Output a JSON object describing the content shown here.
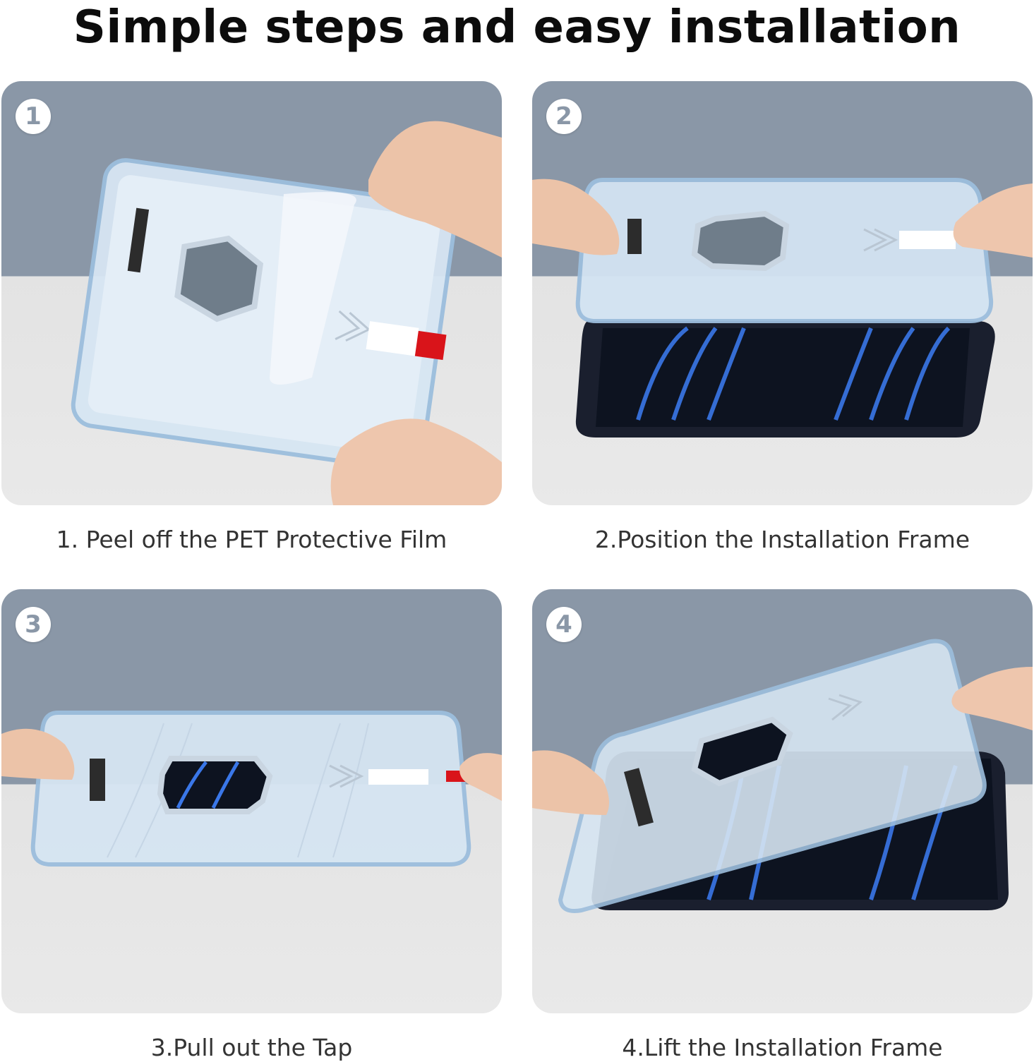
{
  "page": {
    "title": "Simple steps and easy installation"
  },
  "steps": [
    {
      "number": "1",
      "caption": "1. Peel off the PET Protective Film"
    },
    {
      "number": "2",
      "caption": "2.Position the Installation Frame"
    },
    {
      "number": "3",
      "caption": "3.Pull out the Tap"
    },
    {
      "number": "4",
      "caption": "4.Lift the Installation Frame"
    }
  ],
  "colors": {
    "wall": "#8a97a7",
    "table": "#e6e6e6",
    "frame": "#bcd4ea",
    "tab_red": "#d9141a",
    "badge_text": "#8a97a7"
  }
}
